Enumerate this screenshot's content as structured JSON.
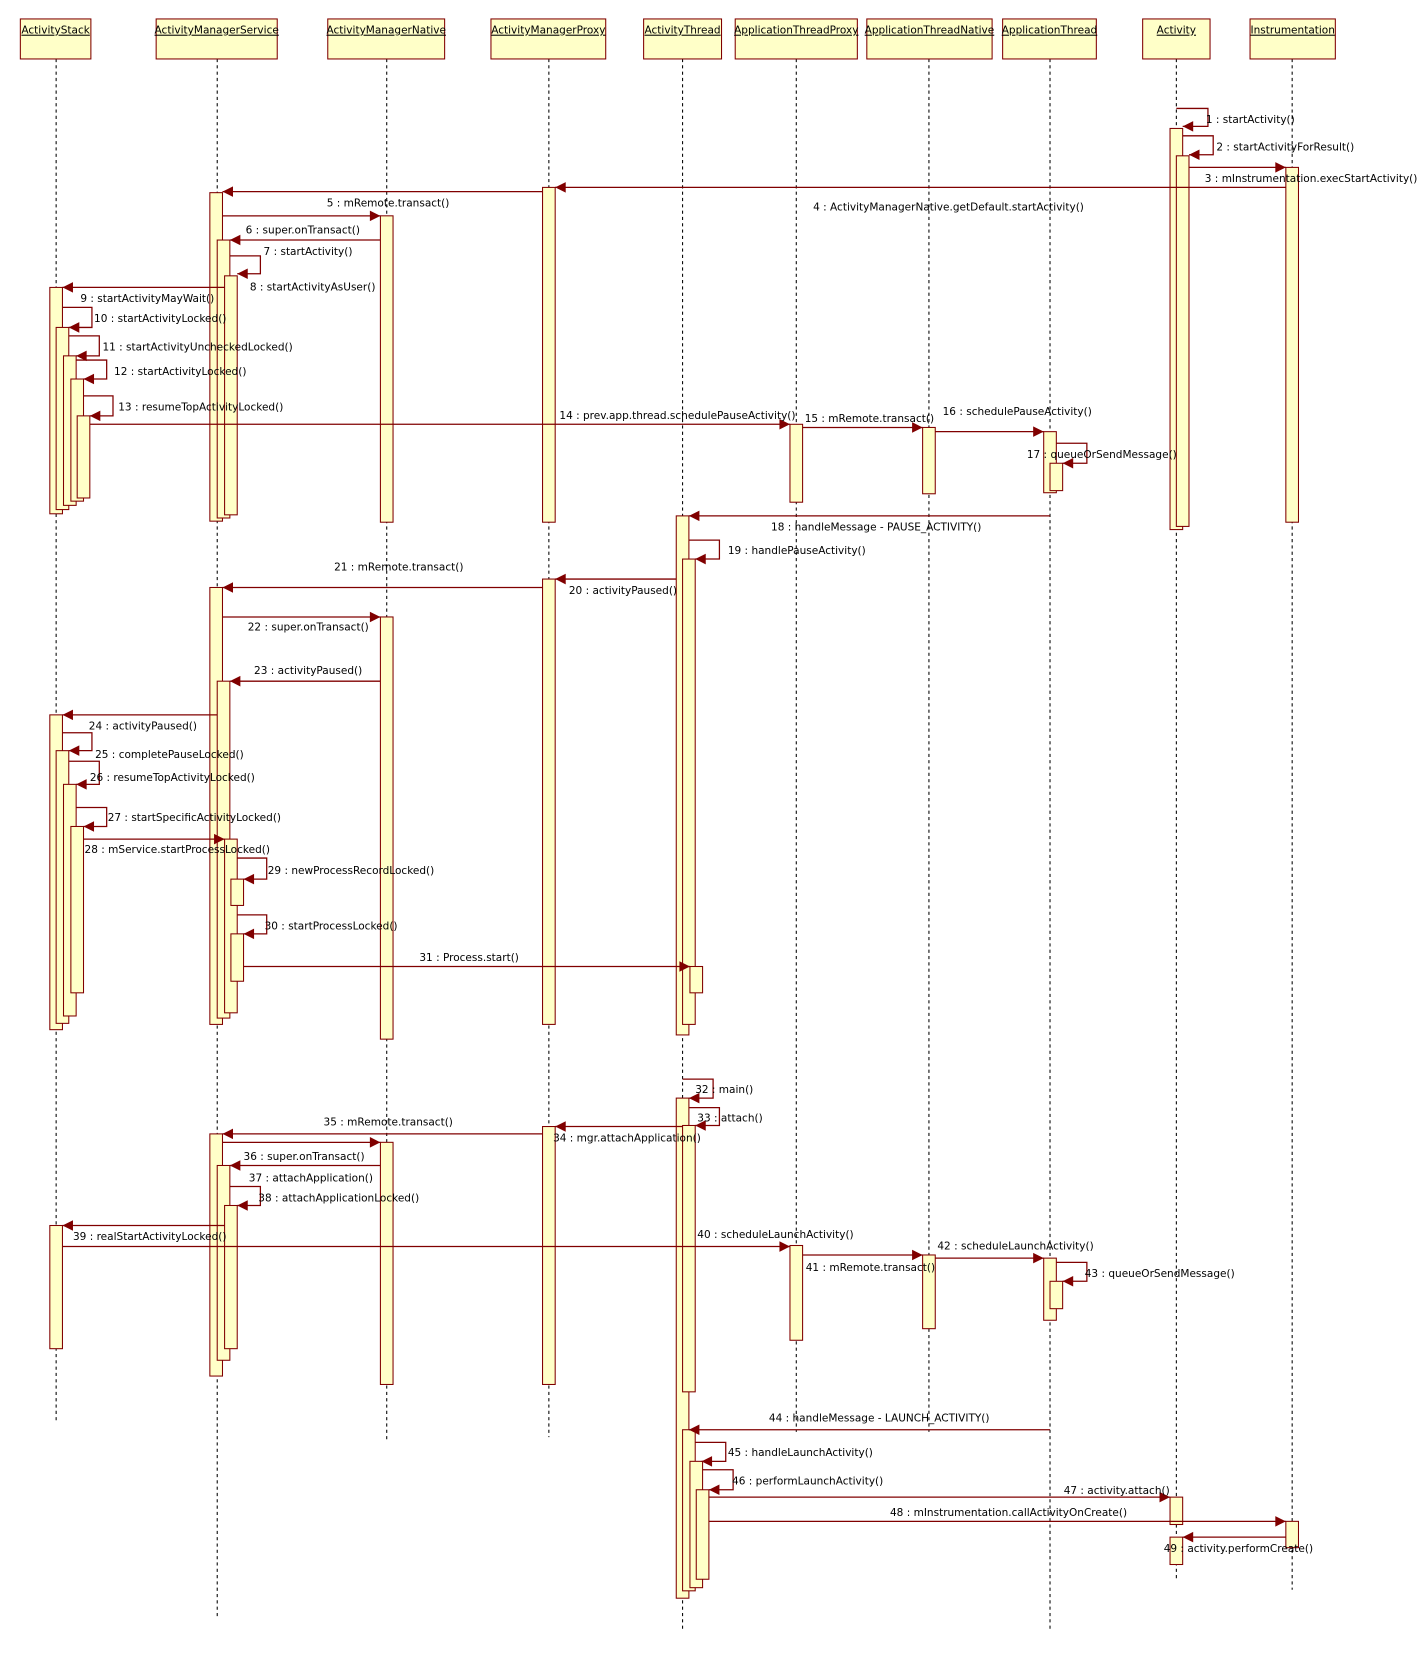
{
  "diagram": {
    "participants": [
      "ActivityStack",
      "ActivityManagerService",
      "ActivityManagerNative",
      "ActivityManagerProxy",
      "ActivityThread",
      "ApplicationThreadProxy",
      "ApplicationThreadNative",
      "ApplicationThread",
      "Activity",
      "Instrumentation"
    ],
    "messages": [
      "1 : startActivity()",
      "2 : startActivityForResult()",
      "3 : mInstrumentation.execStartActivity()",
      "4 : ActivityManagerNative.getDefault.startActivity()",
      "5 : mRemote.transact()",
      "6 : super.onTransact()",
      "7 : startActivity()",
      "8 : startActivityAsUser()",
      "9 : startActivityMayWait()",
      "10 : startActivityLocked()",
      "11 : startActivityUncheckedLocked()",
      "12 : startActivityLocked()",
      "13 : resumeTopActivityLocked()",
      "14 : prev.app.thread.schedulePauseActivity()",
      "15 : mRemote.transact()",
      "16 : schedulePauseActivity()",
      "17 : queueOrSendMessage()",
      "18 : handleMessage - PAUSE_ACTIVITY()",
      "19 : handlePauseActivity()",
      "20 : activityPaused()",
      "21 : mRemote.transact()",
      "22 : super.onTransact()",
      "23 : activityPaused()",
      "24 : activityPaused()",
      "25 : completePauseLocked()",
      "26 : resumeTopActivityLocked()",
      "27 : startSpecificActivityLocked()",
      "28 : mService.startProcessLocked()",
      "29 : newProcessRecordLocked()",
      "30 : startProcessLocked()",
      "31 : Process.start()",
      "32 : main()",
      "33 : attach()",
      "34 : mgr.attachApplication()",
      "35 : mRemote.transact()",
      "36 : super.onTransact()",
      "37 : attachApplication()",
      "38 : attachApplicationLocked()",
      "39 : realStartActivityLocked()",
      "40 : scheduleLaunchActivity()",
      "41 : mRemote.transact()",
      "42 : scheduleLaunchActivity()",
      "43 : queueOrSendMessage()",
      "44 : handleMessage - LAUNCH_ACTIVITY()",
      "45 : handleLaunchActivity()",
      "46 : performLaunchActivity()",
      "47 : activity.attach()",
      "48 : mInstrumentation.callActivityOnCreate()",
      "49 : activity.performCreate()"
    ],
    "colors": {
      "box_fill": "#FFFFC8",
      "line": "#800000"
    }
  }
}
